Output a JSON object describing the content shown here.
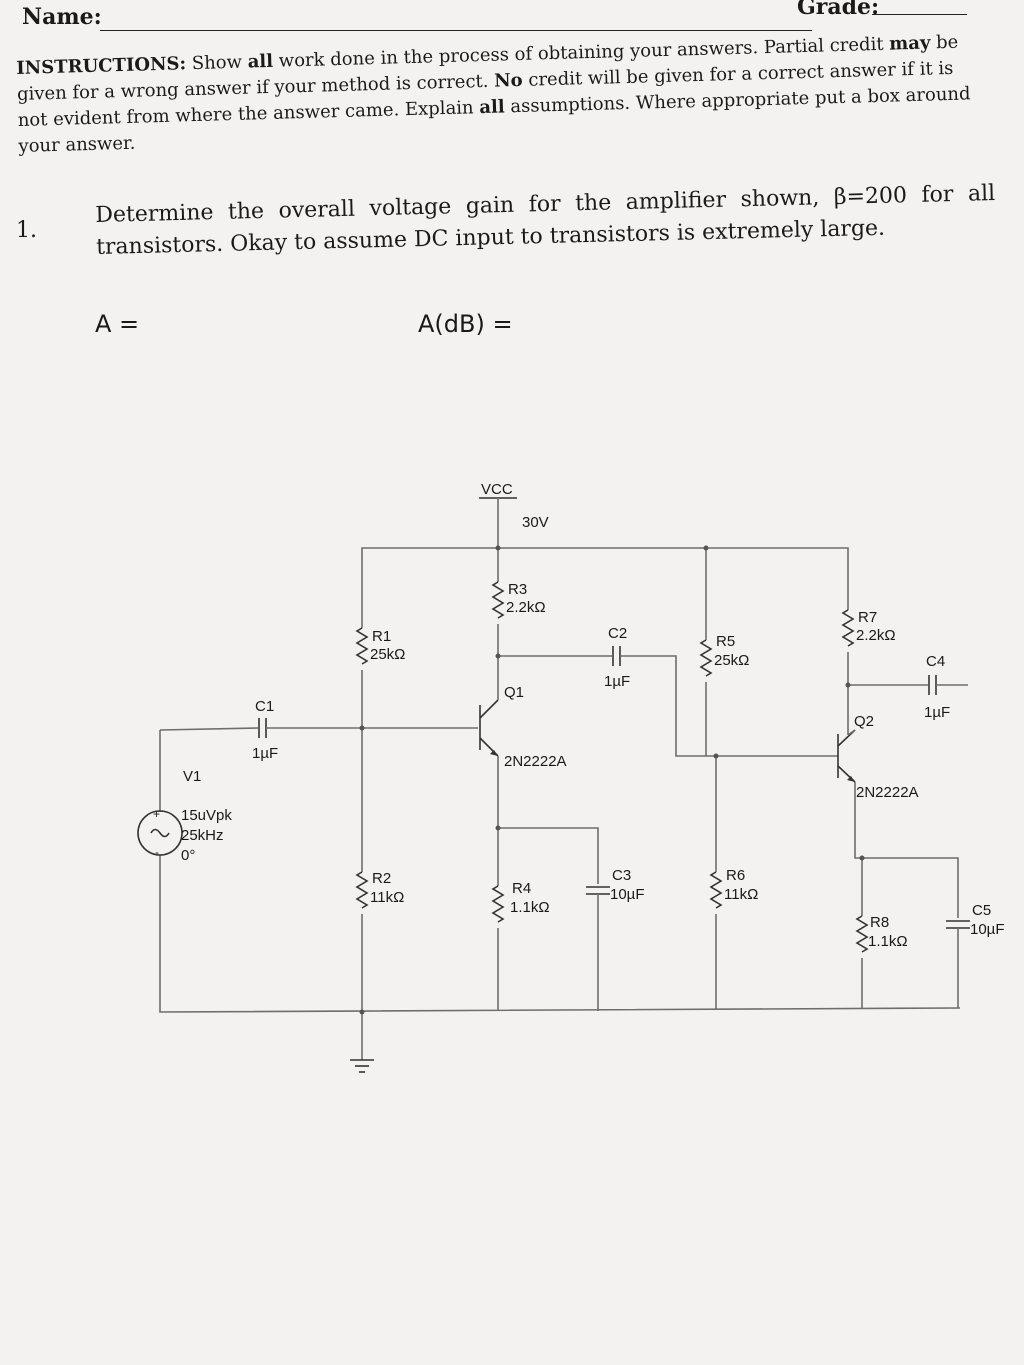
{
  "header": {
    "name_label": "Name:",
    "grade_label": "Grade:"
  },
  "instructions": {
    "lead": "INSTRUCTIONS:",
    "t1": " Show ",
    "b1": "all",
    "t2": " work done in the process of obtaining your answers.  Partial credit ",
    "b2": "may",
    "t3": " be given for a wrong answer if your method is correct.  ",
    "b3": "No",
    "t4": " credit will be given for a correct answer if it is not evident from where the answer came.  Explain ",
    "b4": "all",
    "t5": " assumptions.  Where appropriate put a box around your answer."
  },
  "question": {
    "number": "1.",
    "text": "Determine the overall voltage gain for the amplifier shown, β=200 for all transistors.   Okay to assume DC input to transistors is extremely large.",
    "answer_a": "A =",
    "answer_db": "A(dB) ="
  },
  "circuit": {
    "vcc_label": "VCC",
    "vcc_value": "30V",
    "v1": {
      "name": "V1",
      "amplitude": "15uVpk",
      "frequency": "25kHz",
      "phase": "0°"
    },
    "c1": {
      "name": "C1",
      "value": "1µF"
    },
    "r1": {
      "name": "R1",
      "value": "25kΩ"
    },
    "r2": {
      "name": "R2",
      "value": "11kΩ"
    },
    "r3": {
      "name": "R3",
      "value": "2.2kΩ"
    },
    "r4": {
      "name": "R4",
      "value": "1.1kΩ"
    },
    "c2": {
      "name": "C2",
      "value": "1µF"
    },
    "c3": {
      "name": "C3",
      "value": "10µF"
    },
    "q1": {
      "name": "Q1",
      "model": "2N2222A"
    },
    "r5": {
      "name": "R5",
      "value": "25kΩ"
    },
    "r6": {
      "name": "R6",
      "value": "11kΩ"
    },
    "r7": {
      "name": "R7",
      "value": "2.2kΩ"
    },
    "r8": {
      "name": "R8",
      "value": "1.1kΩ"
    },
    "c4": {
      "name": "C4",
      "value": "1µF"
    },
    "c5": {
      "name": "C5",
      "value": "10µF"
    },
    "q2": {
      "name": "Q2",
      "model": "2N2222A"
    }
  }
}
